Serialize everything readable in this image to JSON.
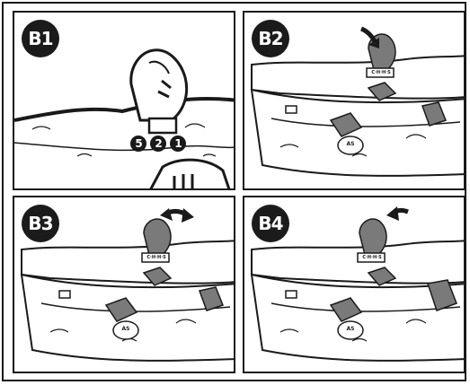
{
  "panels": [
    {
      "id": "B1",
      "label": "B1",
      "arrow": "none",
      "detail": "closeup",
      "chips": [
        "5",
        "2",
        "1"
      ],
      "chip_strip": "B1 detail label"
    },
    {
      "id": "B2",
      "label": "B2",
      "arrow": "down-right",
      "detail": "overview",
      "strip_text": "C·H·H·S",
      "tag": "AS"
    },
    {
      "id": "B3",
      "label": "B3",
      "arrow": "right",
      "detail": "overview",
      "strip_text": "C·H·H·S",
      "tag": "AS"
    },
    {
      "id": "B4",
      "label": "B4",
      "arrow": "left",
      "detail": "overview",
      "strip_text": "C·H·H·S",
      "tag": "AS"
    }
  ],
  "colors": {
    "ink": "#1a1a1a",
    "fill": "#ffffff",
    "shade": "#7a7a7a",
    "badge": "#1b1b1b"
  },
  "icons": [
    "curved-arrow-icon",
    "knob-icon",
    "adjuster-icon"
  ]
}
